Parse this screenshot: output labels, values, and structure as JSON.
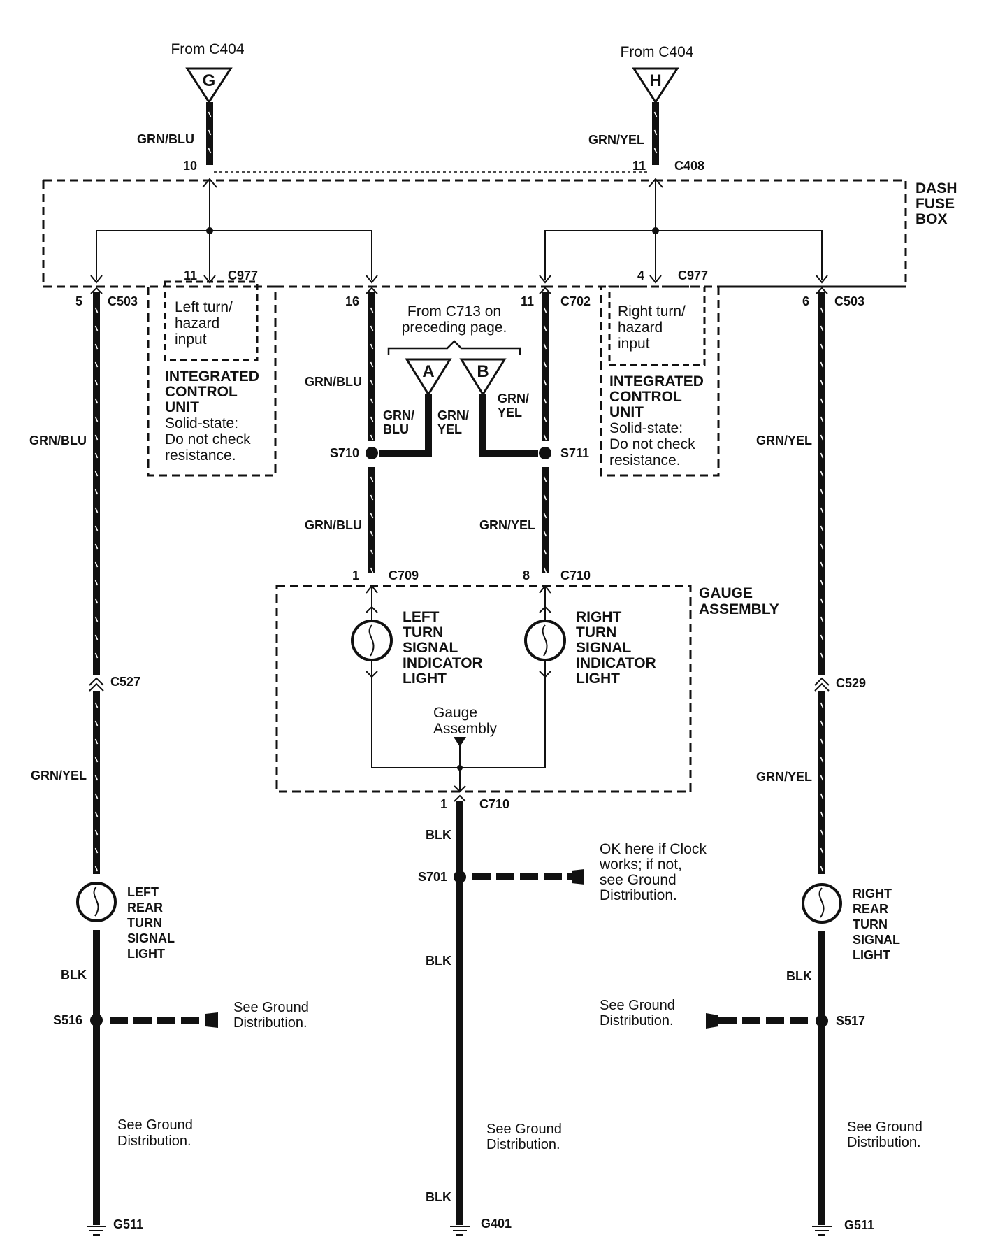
{
  "from_left": "From C404",
  "from_right": "From C404",
  "letter_g": "G",
  "letter_h": "H",
  "letter_a": "A",
  "letter_b": "B",
  "wire": {
    "grn_blu": "GRN/BLU",
    "grn_yel": "GRN/YEL",
    "blk": "BLK",
    "grn_slash": "GRN/",
    "blu": "BLU",
    "yel": "YEL"
  },
  "pins": {
    "p10": "10",
    "p11": "11",
    "p11b": "11",
    "p4": "4",
    "p5": "5",
    "p16": "16",
    "p11c": "11",
    "p6": "6",
    "p1": "1",
    "p8": "8",
    "p1b": "1"
  },
  "connectors": {
    "c408": "C408",
    "c977a": "C977",
    "c977b": "C977",
    "c503a": "C503",
    "c503b": "C503",
    "c702": "C702",
    "c709": "C709",
    "c710a": "C710",
    "c710b": "C710",
    "c527": "C527",
    "c529": "C529"
  },
  "splices": {
    "s710": "S710",
    "s711": "S711",
    "s701": "S701",
    "s516": "S516",
    "s517": "S517"
  },
  "grounds": {
    "g511a": "G511",
    "g401": "G401",
    "g511b": "G511"
  },
  "dash_fuse_box": [
    "DASH",
    "FUSE",
    "BOX"
  ],
  "gauge_assembly": [
    "GAUGE",
    "ASSEMBLY"
  ],
  "left_input": [
    "Left turn/",
    "hazard",
    "input"
  ],
  "right_input": [
    "Right turn/",
    "hazard",
    "input"
  ],
  "icu_title": [
    "INTEGRATED",
    "CONTROL",
    "UNIT"
  ],
  "icu_note": [
    "Solid-state:",
    "Do not check",
    "resistance."
  ],
  "from_c713": [
    "From C713 on",
    "preceding page."
  ],
  "left_indicator": [
    "LEFT",
    "TURN",
    "SIGNAL",
    "INDICATOR",
    "LIGHT"
  ],
  "right_indicator": [
    "RIGHT",
    "TURN",
    "SIGNAL",
    "INDICATOR",
    "LIGHT"
  ],
  "gauge_ground": [
    "Gauge",
    "Assembly"
  ],
  "left_rear": [
    "LEFT",
    "REAR",
    "TURN",
    "SIGNAL",
    "LIGHT"
  ],
  "right_rear": [
    "RIGHT",
    "REAR",
    "TURN",
    "SIGNAL",
    "LIGHT"
  ],
  "clock_note": [
    "OK here if Clock",
    "works; if not,",
    "see Ground",
    "Distribution."
  ],
  "see_ground": [
    "See Ground",
    "Distribution."
  ]
}
